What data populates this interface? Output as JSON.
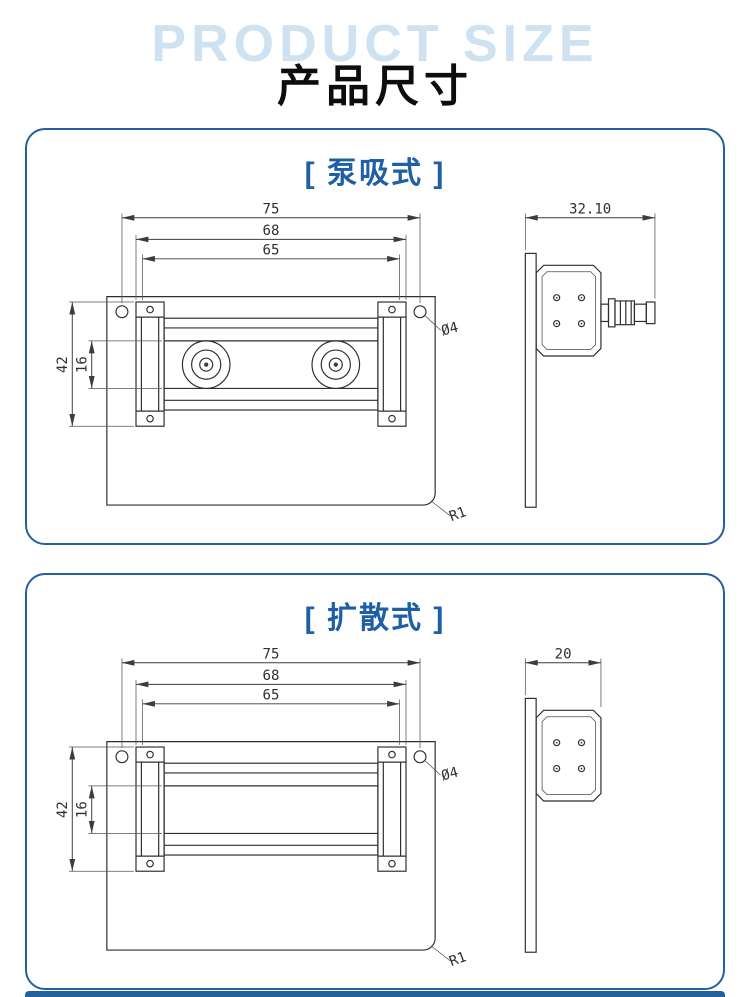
{
  "header": {
    "watermark": "PRODUCT SIZE",
    "title": "产品尺寸"
  },
  "colors": {
    "accent_blue": "#24609e",
    "watermark_blue": "#cfe2f2",
    "drawing_line": "#2f2f2f"
  },
  "panels": [
    {
      "title": "[ 泵吸式 ]",
      "front": {
        "d75": "75",
        "d68": "68",
        "d65": "65",
        "d42": "42",
        "d16": "16",
        "dia": "Ø4",
        "radius": "R1"
      },
      "side": {
        "dim": "32.10"
      }
    },
    {
      "title": "[ 扩散式 ]",
      "front": {
        "d75": "75",
        "d68": "68",
        "d65": "65",
        "d42": "42",
        "d16": "16",
        "dia": "Ø4",
        "radius": "R1"
      },
      "side": {
        "dim": "20"
      }
    }
  ]
}
